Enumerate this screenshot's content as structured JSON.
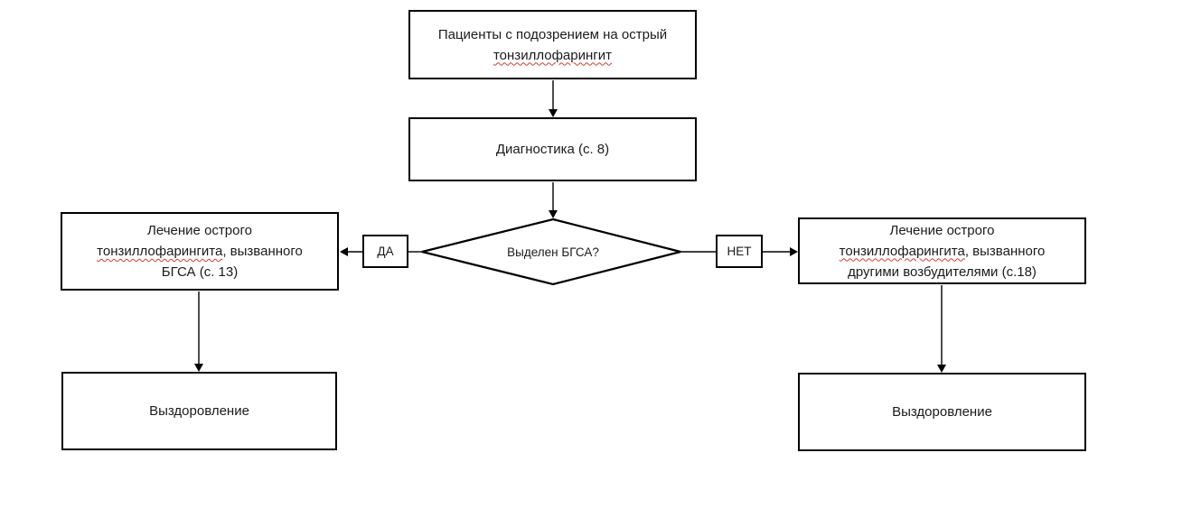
{
  "flowchart": {
    "background": "#ffffff",
    "colors": {
      "node_border": "#000000",
      "node_fill": "#ffffff",
      "text": "#1b1b1b",
      "connector": "#000000",
      "spellcheck_underline": "#d83a2e"
    },
    "nodes": {
      "patients": {
        "line1": "Пациенты с подозрением на острый",
        "line2_misspelled": "тонзиллофарингит"
      },
      "diagnostics": {
        "label": "Диагностика (с. 8)"
      },
      "decision": {
        "label": "Выделен БГСА?"
      },
      "branch_yes": {
        "label": "ДА"
      },
      "branch_no": {
        "label": "НЕТ"
      },
      "treatment_bgsa": {
        "line1": "Лечение острого",
        "line2_misspelled": "тонзиллофарингита",
        "line2_rest": ", вызванного",
        "line3": "БГСА (с. 13)"
      },
      "treatment_other": {
        "line1": "Лечение острого",
        "line2_misspelled": "тонзиллофарингита",
        "line2_rest": ", вызванного",
        "line3": "другими возбудителями (с.18)"
      },
      "recovery_left": {
        "label": "Выздоровление"
      },
      "recovery_right": {
        "label": "Выздоровление"
      }
    }
  }
}
